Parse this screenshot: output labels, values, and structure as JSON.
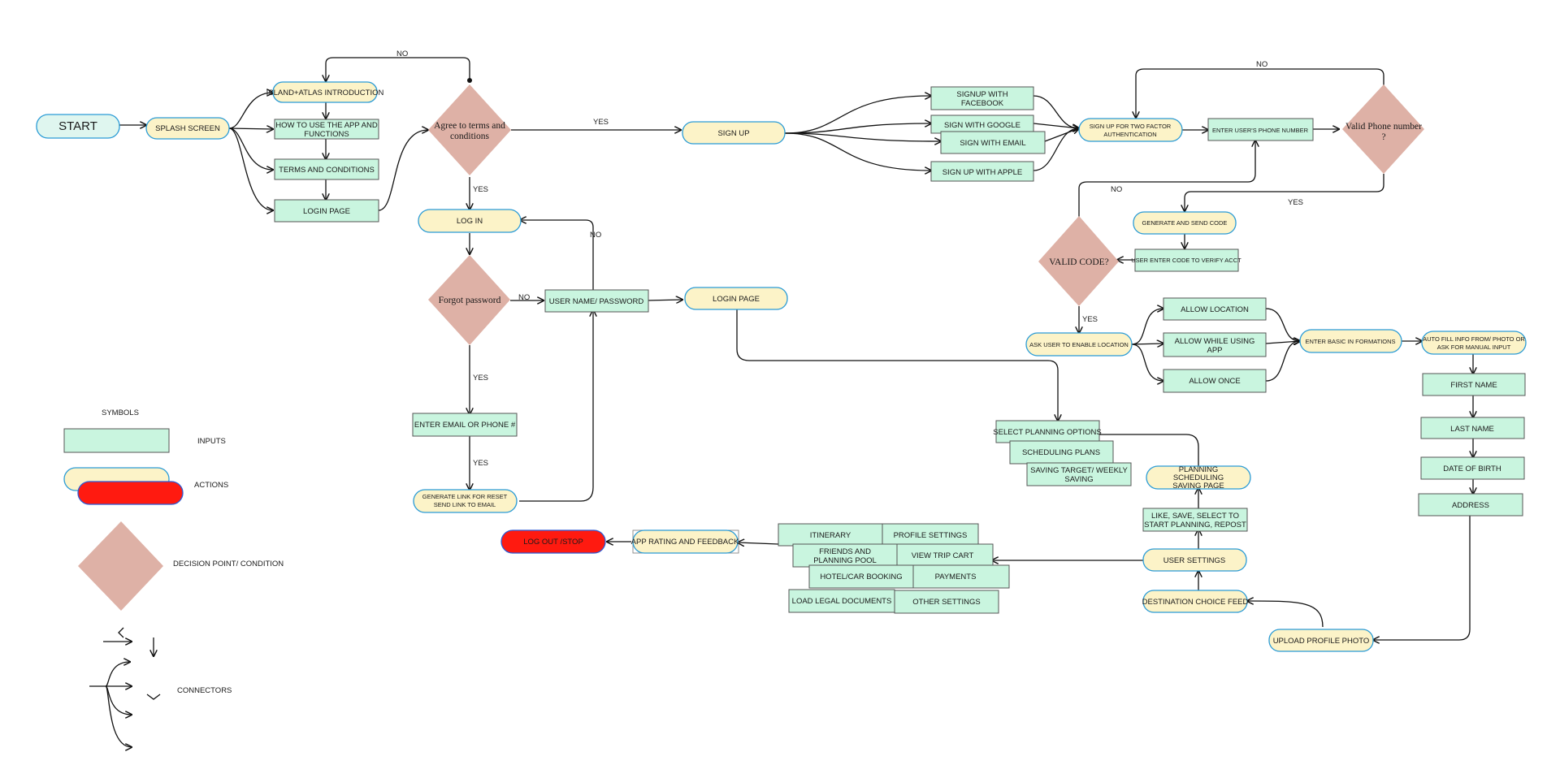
{
  "start": "START",
  "splash": "SPLASH SCREEN",
  "intro": "ISLAND+ATLAS INTRODUCTION",
  "howto": [
    "HOW TO USE THE APP AND",
    "FUNCTIONS"
  ],
  "terms": "TERMS AND CONDITIONS",
  "login_page": "LOGIN PAGE",
  "agree": [
    "Agree to terms and",
    "conditions"
  ],
  "signup": "SIGN UP",
  "signup_facebook": [
    "SIGNUP WITH",
    "FACEBOOK"
  ],
  "signup_google": "SIGN WITH GOOGLE",
  "signup_email": "SIGN WITH EMAIL",
  "signup_apple": "SIGN UP WITH APPLE",
  "two_factor": [
    "SIGN UP FOR  TWO FACTOR",
    "AUTHENTICATION"
  ],
  "enter_phone": "ENTER USER'S PHONE NUMBER",
  "valid_phone": [
    "Valid Phone number",
    "?"
  ],
  "gen_code": "GENERATE AND SEND CODE",
  "enter_code": "USER ENTER CODE  TO VERIFY ACCT",
  "valid_code": "VALID CODE?",
  "log_in": "LOG IN",
  "forgot": "Forgot password",
  "user_pass": "USER NAME/ PASSWORD",
  "login_page2": "LOGIN PAGE",
  "enter_email": "ENTER EMAIL OR PHONE #",
  "gen_link": [
    "GENERATE LINK FOR RESET",
    "SEND LINK TO EMAIL"
  ],
  "ask_location": "ASK USER TO ENABLE LOCATION",
  "allow_location": "ALLOW LOCATION",
  "allow_while": [
    "ALLOW WHILE USING",
    "APP"
  ],
  "allow_once": "ALLOW ONCE",
  "enter_basic": "ENTER BASIC IN FORMATIONS",
  "autofill": [
    "AUTO FILL  INFO FROM/ PHOTO OR",
    "ASK FOR MANUAL INPUT"
  ],
  "first_name": "FIRST NAME",
  "last_name": "LAST NAME",
  "dob": "DATE OF BIRTH",
  "address": "ADDRESS",
  "upload_photo": "UPLOAD PROFILE PHOTO",
  "dest_feed": "DESTINATION CHOICE FEED",
  "user_settings": "USER SETTINGS",
  "like_save": [
    "LIKE, SAVE, SELECT TO",
    "START PLANNING, REPOST"
  ],
  "planning_page": [
    "PLANNING",
    "SCHEDULING",
    "SAVING PAGE"
  ],
  "select_planning": "SELECT PLANNING OPTIONS",
  "scheduling_plans": "SCHEDULING PLANS",
  "saving_target": [
    "SAVING TARGET/ WEEKLY",
    "SAVING"
  ],
  "itinerary": "ITINERARY",
  "profile_settings": "PROFILE SETTINGS",
  "friends": [
    "FRIENDS AND",
    "PLANNING POOL"
  ],
  "view_trip": "VIEW TRIP CART",
  "hotel": "HOTEL/CAR BOOKING",
  "payments": "PAYMENTS",
  "legal": "LOAD LEGAL DOCUMENTS",
  "other_settings": "OTHER SETTINGS",
  "app_rating": "APP RATING AND FEEDBACK",
  "logout": "LOG OUT /STOP",
  "yes": "YES",
  "no": "NO",
  "legend": {
    "title": "SYMBOLS",
    "inputs": "INPUTS",
    "actions": "ACTIONS",
    "decision": "DECISION POINT/ CONDITION",
    "connectors": "CONNECTORS"
  }
}
